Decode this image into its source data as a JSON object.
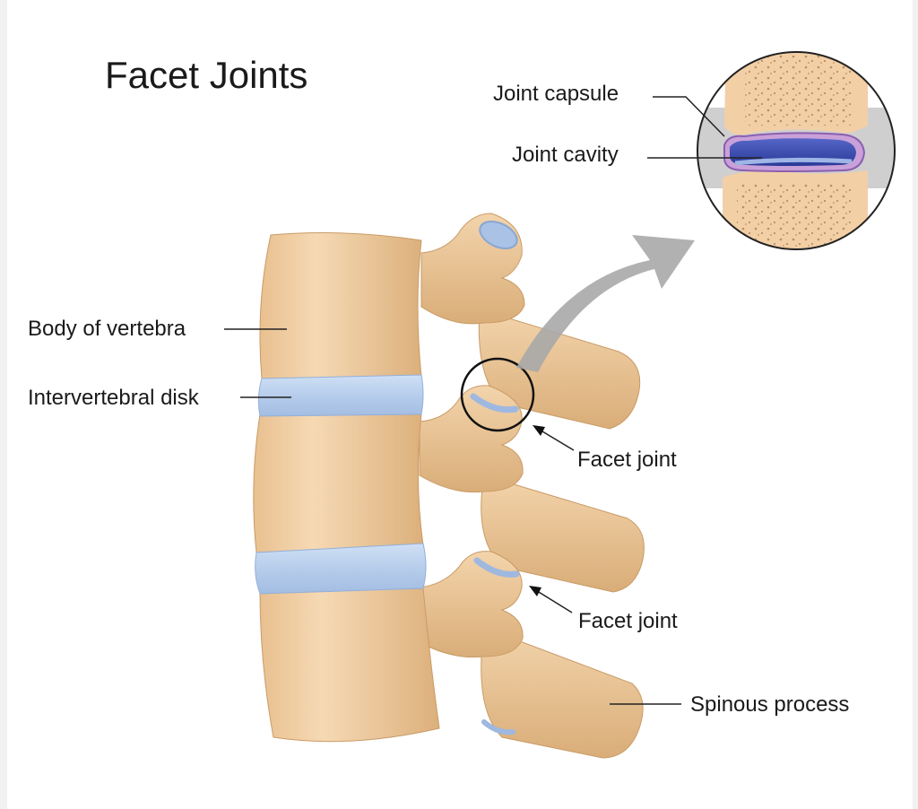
{
  "title": "Facet Joints",
  "labels": {
    "joint_capsule": "Joint capsule",
    "joint_cavity": "Joint cavity",
    "body_of_vertebra": "Body of vertebra",
    "intervertebral_disk": "Intervertebral disk",
    "facet_joint_upper": "Facet joint",
    "facet_joint_lower": "Facet joint",
    "spinous_process": "Spinous process"
  },
  "colors": {
    "bone": "#f2cfa3",
    "bone_shadow": "#d9b07c",
    "disk": "#bcd3ee",
    "cavity": "#3a4fb0",
    "capsule": "#c9c9c9",
    "arrow": "#a9a9a9"
  }
}
